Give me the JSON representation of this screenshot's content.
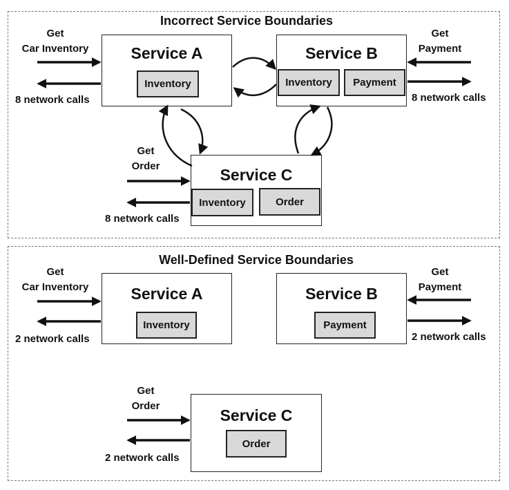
{
  "top": {
    "title": "Incorrect Service Boundaries",
    "service_a": {
      "title": "Service A",
      "components": [
        "Inventory"
      ]
    },
    "service_b": {
      "title": "Service B",
      "components": [
        "Inventory",
        "Payment"
      ]
    },
    "service_c": {
      "title": "Service C",
      "components": [
        "Inventory",
        "Order"
      ]
    },
    "req_a": [
      "Get",
      "Car Inventory"
    ],
    "req_b": [
      "Get",
      "Payment"
    ],
    "req_c": [
      "Get",
      "Order"
    ],
    "calls_a": "8 network calls",
    "calls_b": "8 network calls",
    "calls_c": "8 network calls"
  },
  "bottom": {
    "title": "Well-Defined Service Boundaries",
    "service_a": {
      "title": "Service A",
      "components": [
        "Inventory"
      ]
    },
    "service_b": {
      "title": "Service B",
      "components": [
        "Payment"
      ]
    },
    "service_c": {
      "title": "Service C",
      "components": [
        "Order"
      ]
    },
    "req_a": [
      "Get",
      "Car Inventory"
    ],
    "req_b": [
      "Get",
      "Payment"
    ],
    "req_c": [
      "Get",
      "Order"
    ],
    "calls_a": "2 network calls",
    "calls_b": "2 network calls",
    "calls_c": "2 network calls"
  }
}
